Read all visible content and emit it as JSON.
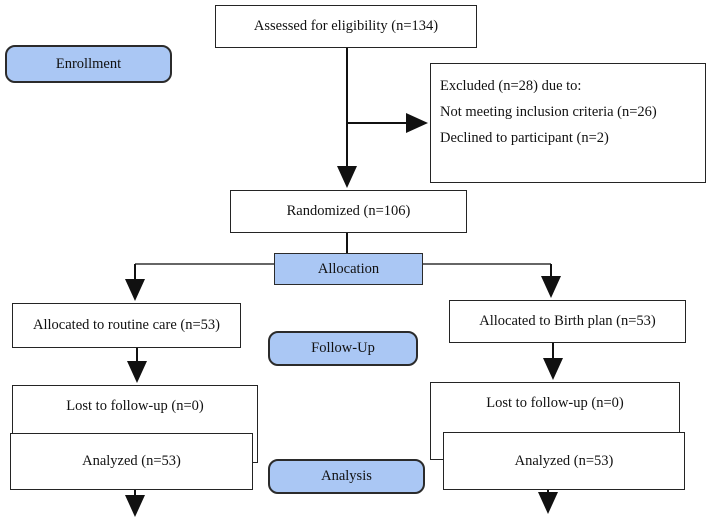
{
  "diagram": {
    "stage_labels": {
      "enrollment": "Enrollment",
      "allocation": "Allocation",
      "follow_up": "Follow-Up",
      "analysis": "Analysis"
    },
    "nodes": {
      "assessed": {
        "label": "Assessed for eligibility (n=134)"
      },
      "excluded": {
        "lines": [
          "Excluded (n=28) due to:",
          "Not meeting inclusion criteria (n=26)",
          "Declined to participant (n=2)"
        ]
      },
      "randomized": {
        "label": "Randomized (n=106)"
      },
      "allocated_left": {
        "label": "Allocated to routine care (n=53)"
      },
      "allocated_right": {
        "label": "Allocated to Birth plan (n=53)"
      },
      "lost_left": {
        "label": "Lost to follow-up (n=0)"
      },
      "lost_right": {
        "label": "Lost to follow-up (n=0)"
      },
      "analyzed_left": {
        "label": "Analyzed (n=53)"
      },
      "analyzed_right": {
        "label": "Analyzed (n=53)"
      }
    },
    "colors": {
      "stage_fill": "#aac7f4",
      "line_color": "#111111"
    }
  }
}
